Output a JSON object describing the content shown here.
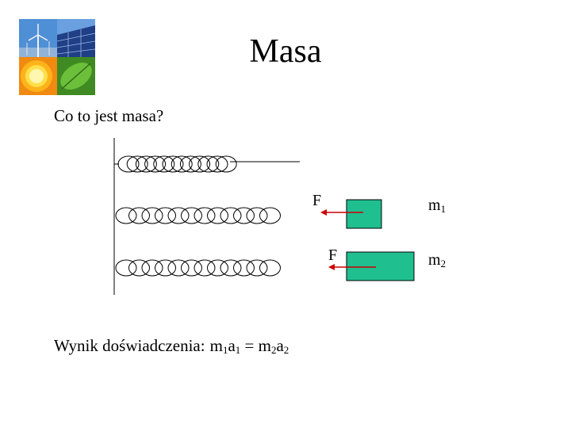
{
  "slide": {
    "title": "Masa",
    "question": "Co to jest masa?"
  },
  "diagram": {
    "force_label_1": "F",
    "force_label_2": "F",
    "mass_1": {
      "base": "m",
      "sub": "1"
    },
    "mass_2": {
      "base": "m",
      "sub": "2"
    },
    "colors": {
      "block": "#1fbf8f",
      "arrow": "#cc0000",
      "line": "#000000"
    }
  },
  "result": {
    "prefix": "Wynik doświadczenia:",
    "m1": "m",
    "m1_sub": "1",
    "a1": "a",
    "a1_sub": "1",
    "eq": "=",
    "m2": "m",
    "m2_sub": "2",
    "a2": "a",
    "a2_sub": "2"
  },
  "logo": {
    "icons": [
      "wind-turbine-icon",
      "solar-panel-icon",
      "sun-icon",
      "leaf-icon"
    ],
    "colors": {
      "sky": "#3a7fd0",
      "panel": "#2a4f9c",
      "sun": "#ffd21a",
      "leaf": "#4e9a2b"
    }
  }
}
